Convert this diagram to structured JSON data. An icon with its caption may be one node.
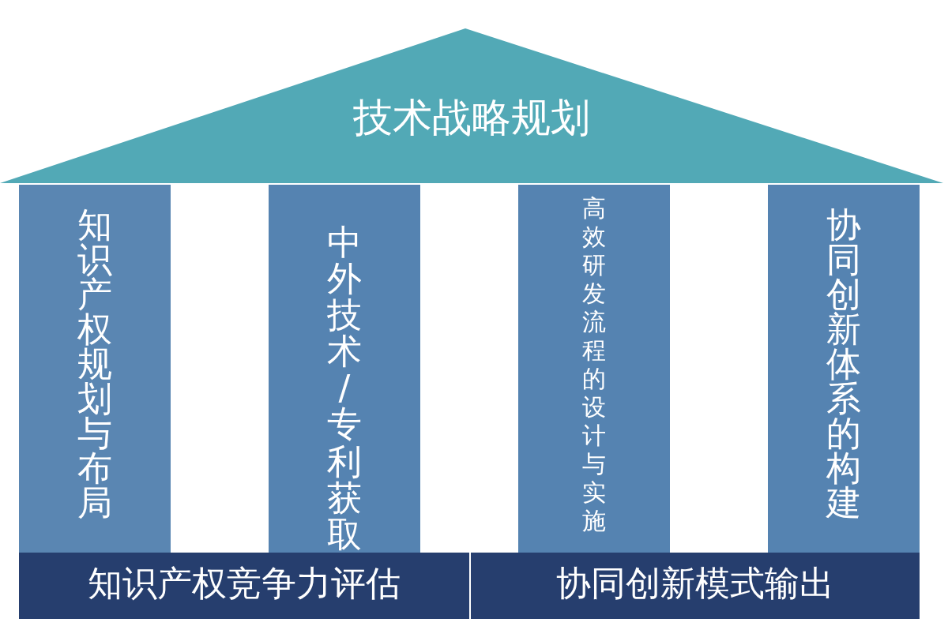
{
  "diagram": {
    "nodes": [
      {
        "text": [
          "技术战略规划"
        ]
      },
      {
        "text": [
          "知识产权规划与布局"
        ]
      },
      {
        "text": [
          "中外技术/专利获取"
        ]
      },
      {
        "text": [
          "高效研发流程的设计与实施"
        ]
      },
      {
        "text": [
          "协同创新体系的构建"
        ]
      },
      {
        "text": [
          "知识产权竞争力评估"
        ]
      },
      {
        "text": [
          "协同创新模式输出"
        ]
      }
    ]
  }
}
